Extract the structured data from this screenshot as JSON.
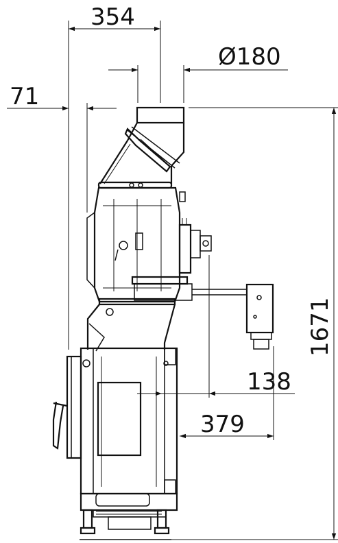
{
  "dimensions": {
    "width_top": "354",
    "diameter": "Ø180",
    "offset_left": "71",
    "height_total": "1671",
    "depth_small": "138",
    "depth_large": "379"
  },
  "colors": {
    "line": "#111111",
    "background": "#ffffff"
  }
}
